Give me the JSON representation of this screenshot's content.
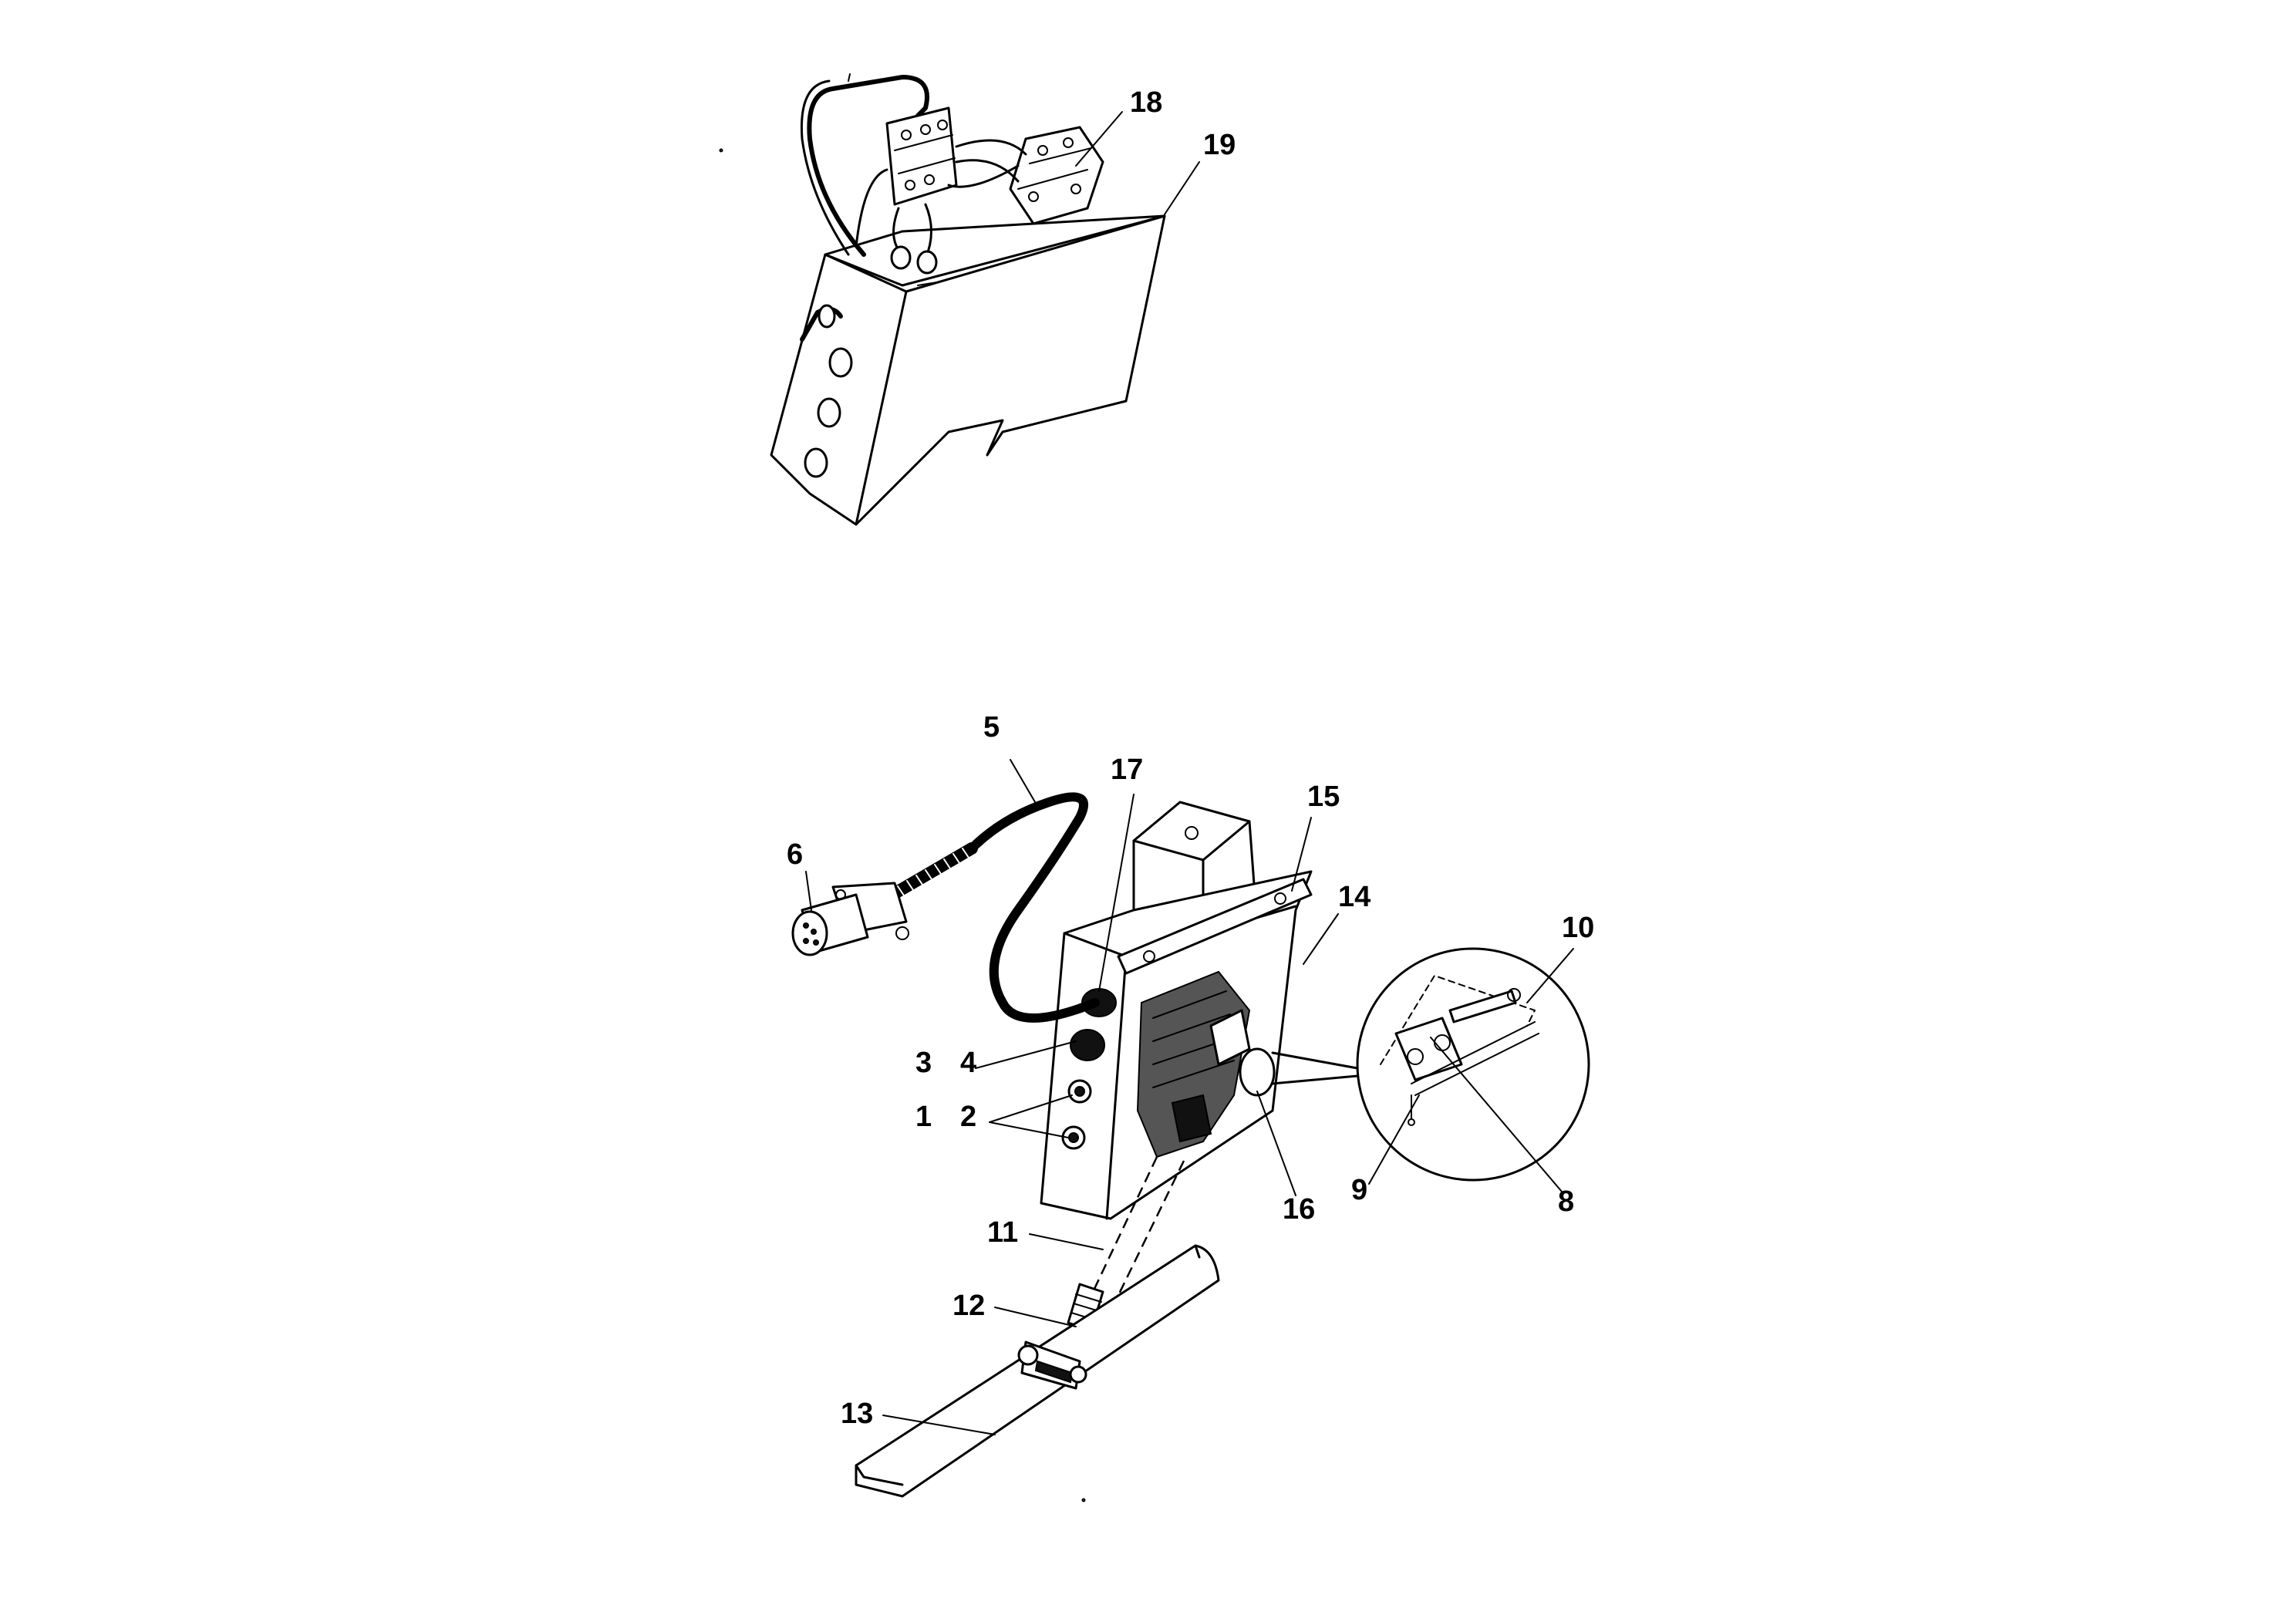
{
  "callouts": {
    "c1": "1",
    "c2": "2",
    "c3": "3",
    "c4": "4",
    "c5": "5",
    "c6": "6",
    "c8": "8",
    "c9": "9",
    "c10": "10",
    "c11": "11",
    "c12": "12",
    "c13": "13",
    "c14": "14",
    "c15": "15",
    "c16": "16",
    "c17": "17",
    "c18": "18",
    "c19": "19"
  }
}
